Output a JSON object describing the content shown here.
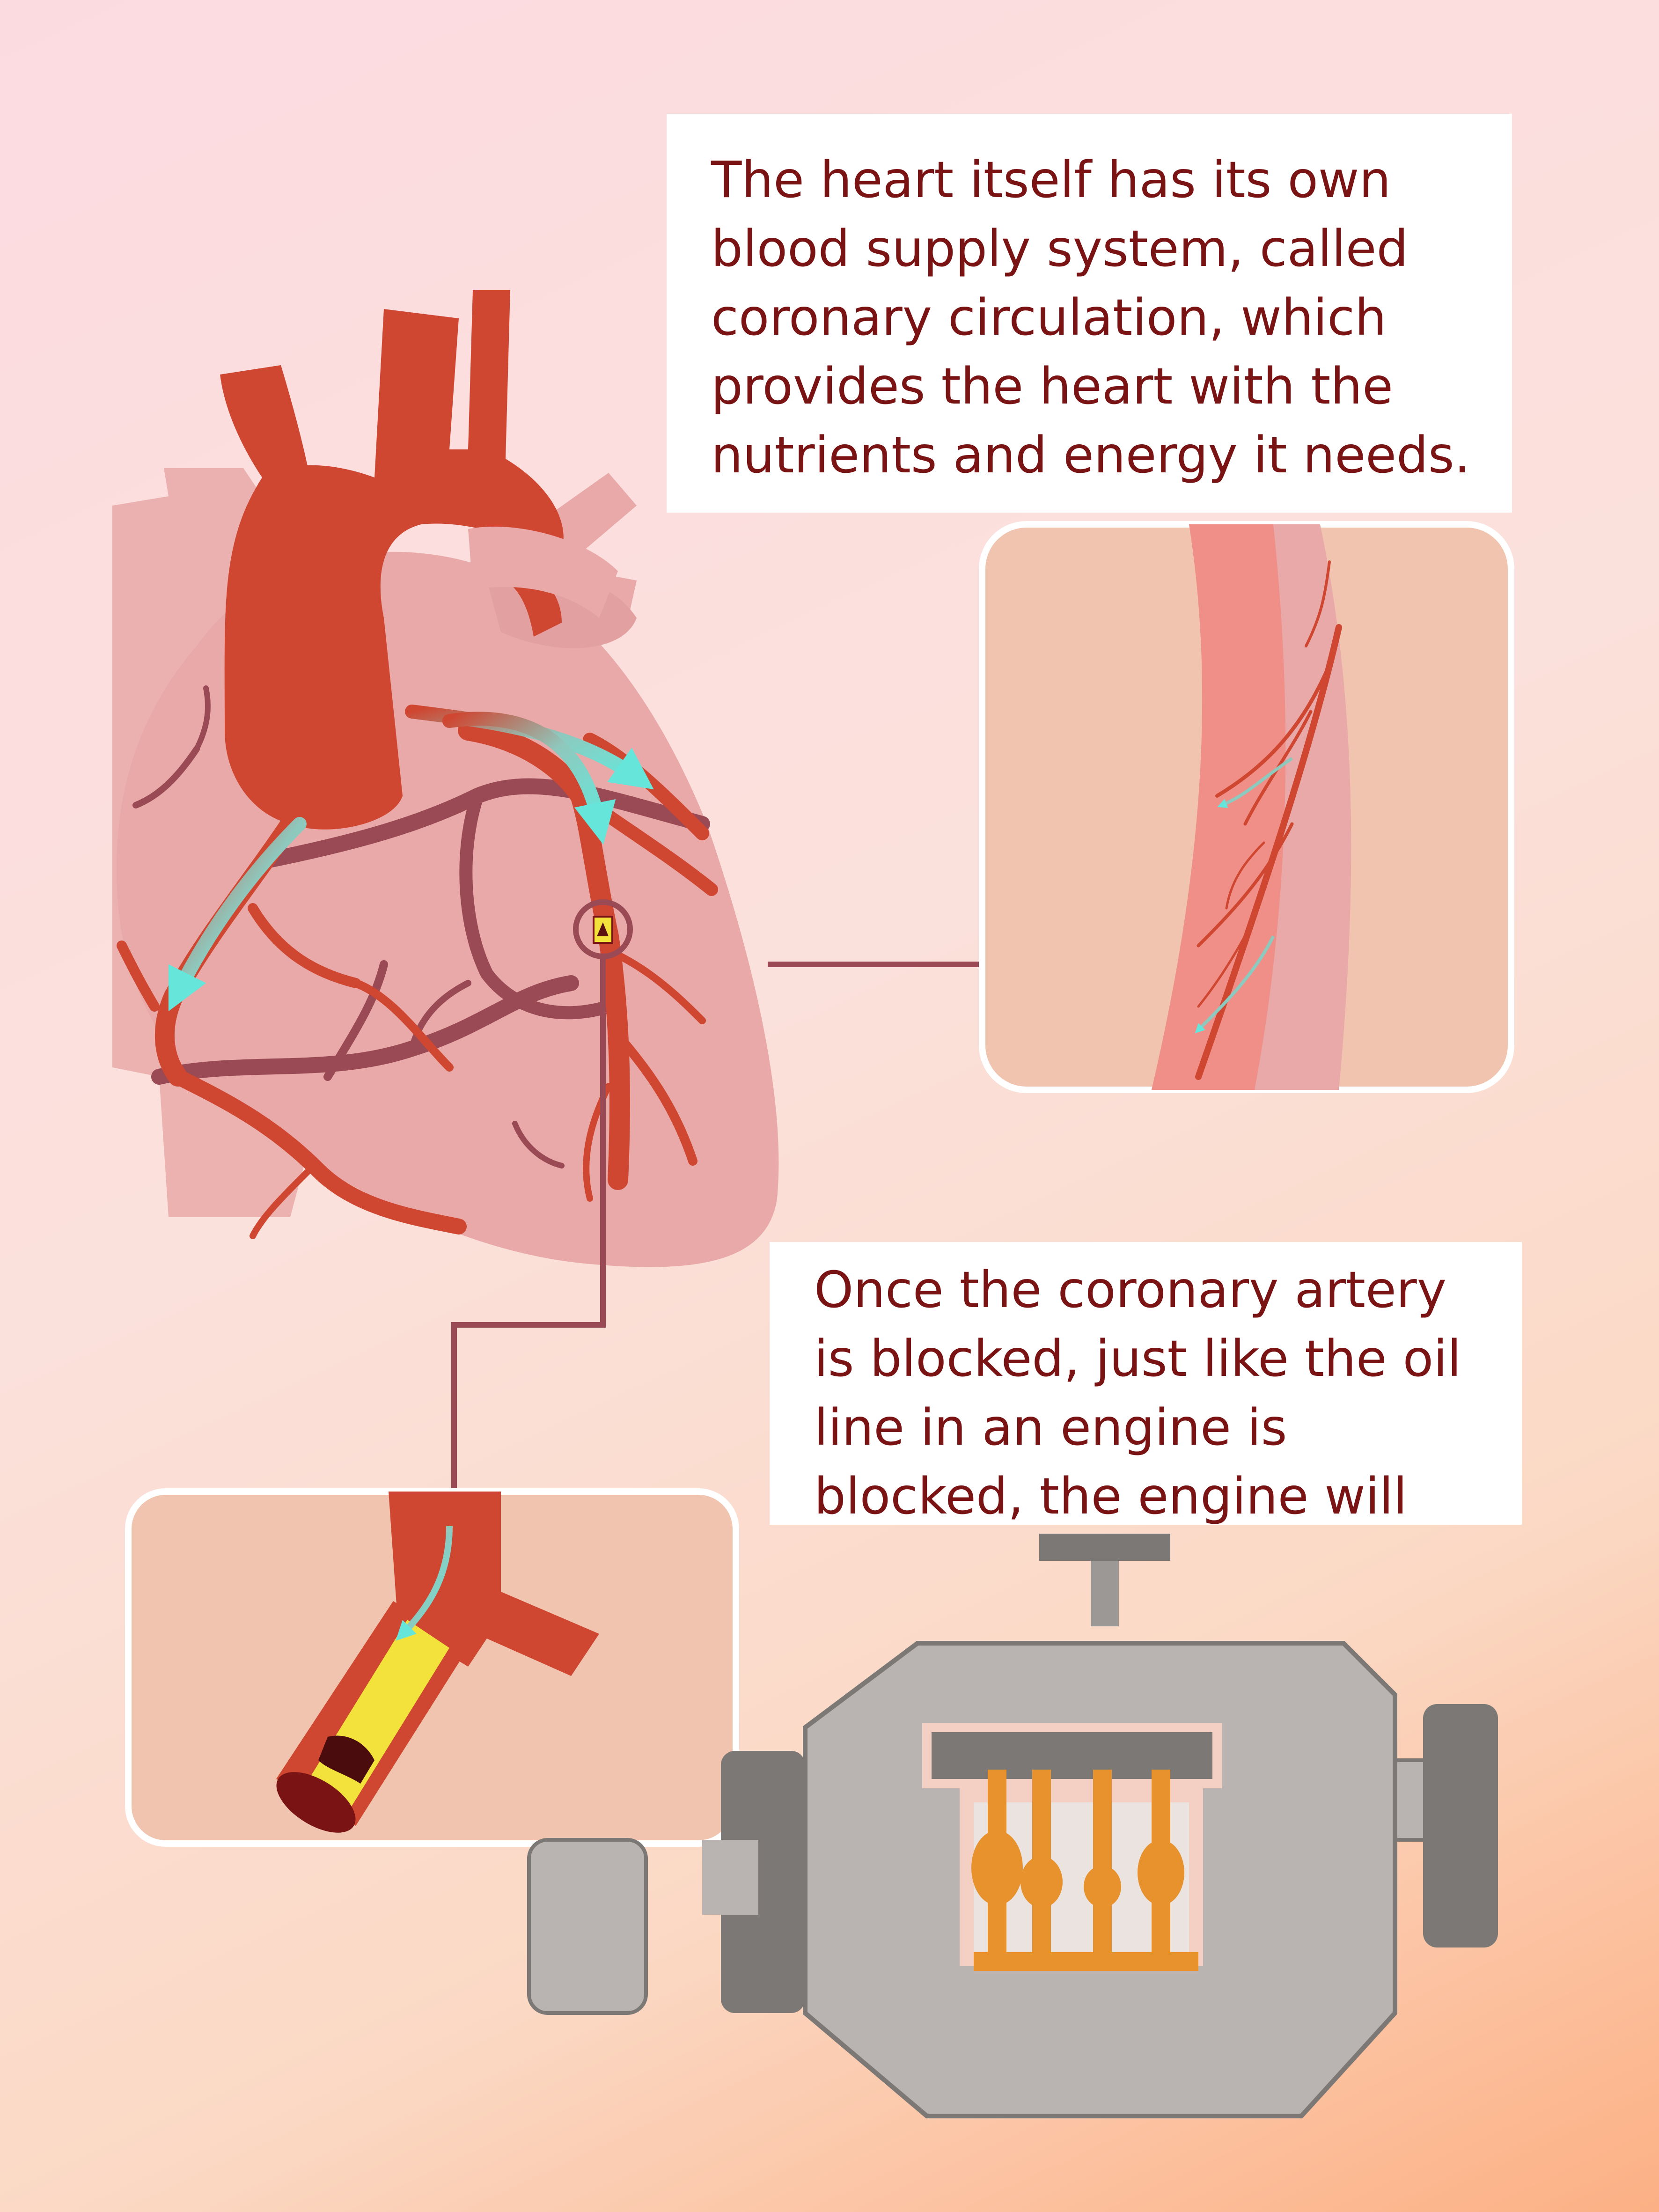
{
  "captions": {
    "top": "The heart itself has its own\nblood supply system, called\ncoronary circulation, which\nprovides the heart with the\nnutrients and energy it needs.",
    "bottom": "Once the coronary artery\nis blocked, just like the oil\nline in an engine is\nblocked, the engine will"
  },
  "colors": {
    "heart_body": "#e8a9a8",
    "artery_red": "#cf4631",
    "vein": "#9a4a55",
    "flow_arrow": "#66e6da",
    "plaque": "#f3e23b",
    "engine_gray": "#b9b4b1",
    "engine_dark": "#7b7875",
    "piston_orange": "#e8922e",
    "caption_text": "#7a1414"
  },
  "icons": [
    "heart-illustration",
    "artery-wall-zoom",
    "blocked-artery-zoom",
    "engine-illustration"
  ]
}
